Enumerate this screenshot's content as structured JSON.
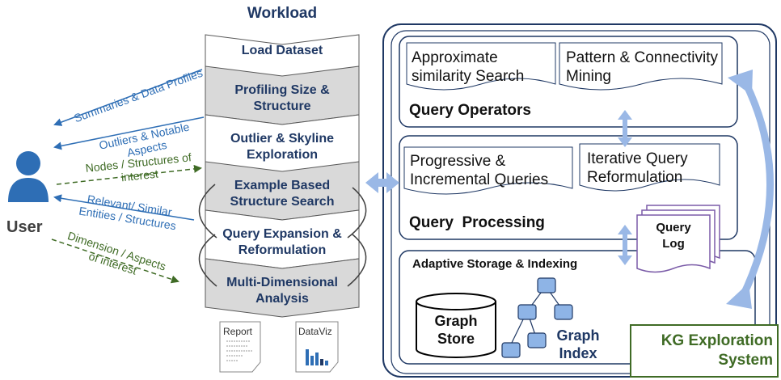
{
  "workload": {
    "title": "Workload",
    "steps": [
      "Load Dataset",
      "Profiling Size & Structure",
      "Outlier & Skyline Exploration",
      "Example Based Structure Search",
      "Query Expansion & Reformulation",
      "Multi-Dimensional Analysis"
    ],
    "outputs": [
      "Report",
      "DataViz"
    ]
  },
  "user": {
    "label": "User",
    "arrows": [
      {
        "text": "Summaries & Data Profiles",
        "direction": "to-user",
        "color": "#2e6eb5"
      },
      {
        "text": "Outliers & Notable Aspects",
        "direction": "to-user",
        "color": "#2e6eb5"
      },
      {
        "text": "Nodes / Structures of interest",
        "direction": "from-user",
        "color": "#3f6b25"
      },
      {
        "text": "Relevant/ Similar Entities / Structures",
        "direction": "to-user",
        "color": "#2e6eb5"
      },
      {
        "text": "Dimension / Aspects of interest",
        "direction": "from-user",
        "color": "#3f6b25"
      }
    ]
  },
  "system": {
    "title": "KG Exploration System",
    "query_operators": {
      "title": "Query Operators",
      "items": [
        "Approximate similarity Search",
        "Pattern & Connectivity Mining"
      ]
    },
    "query_processing": {
      "title": "Query  Processing",
      "items": [
        "Progressive & Incremental Queries",
        "Iterative Query Reformulation"
      ],
      "log": "Query Log"
    },
    "storage": {
      "title": "Adaptive Storage & Indexing",
      "store": "Graph Store",
      "index": "Graph Index"
    }
  },
  "colors": {
    "accent_blue": "#2e6eb5",
    "dark_blue": "#1f3864",
    "green": "#3f6b25",
    "light_arrow": "#9ab8e6",
    "chevron_gray": "#d9d9d9",
    "purple": "#7b5ca8",
    "index_node": "#8eb4e6"
  }
}
